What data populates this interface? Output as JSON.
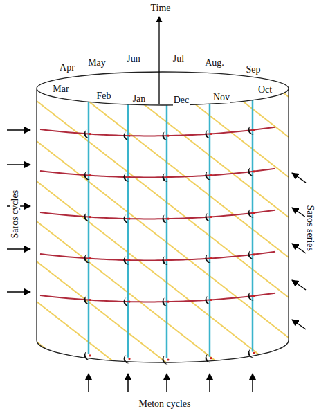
{
  "diagram": {
    "labels": [
      "Time",
      "Apr",
      "May",
      "Jun",
      "Jul",
      "Aug.",
      "Sep",
      "Mar",
      "Feb",
      "Jan",
      "Dec",
      "Nov",
      "Oct",
      "Saros cycles",
      "Saros series",
      "Meton cycles"
    ]
  }
}
